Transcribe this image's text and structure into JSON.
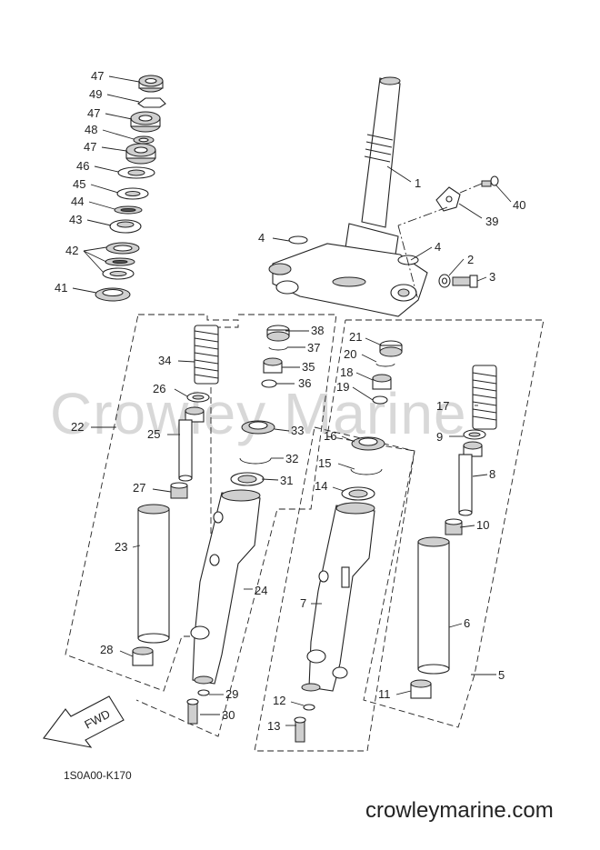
{
  "diagram_code": "1S0A00-K170",
  "website": "crowleymarine.com",
  "watermark": "Crowley Marine",
  "fwd_label": "FWD",
  "part_numbers": [
    "1",
    "2",
    "3",
    "4",
    "5",
    "6",
    "7",
    "8",
    "9",
    "10",
    "11",
    "12",
    "13",
    "14",
    "15",
    "16",
    "17",
    "18",
    "19",
    "20",
    "21",
    "22",
    "23",
    "24",
    "25",
    "26",
    "27",
    "28",
    "29",
    "30",
    "31",
    "32",
    "33",
    "34",
    "35",
    "36",
    "37",
    "38",
    "39",
    "40",
    "41",
    "42",
    "43",
    "44",
    "45",
    "46",
    "47",
    "48",
    "49"
  ]
}
